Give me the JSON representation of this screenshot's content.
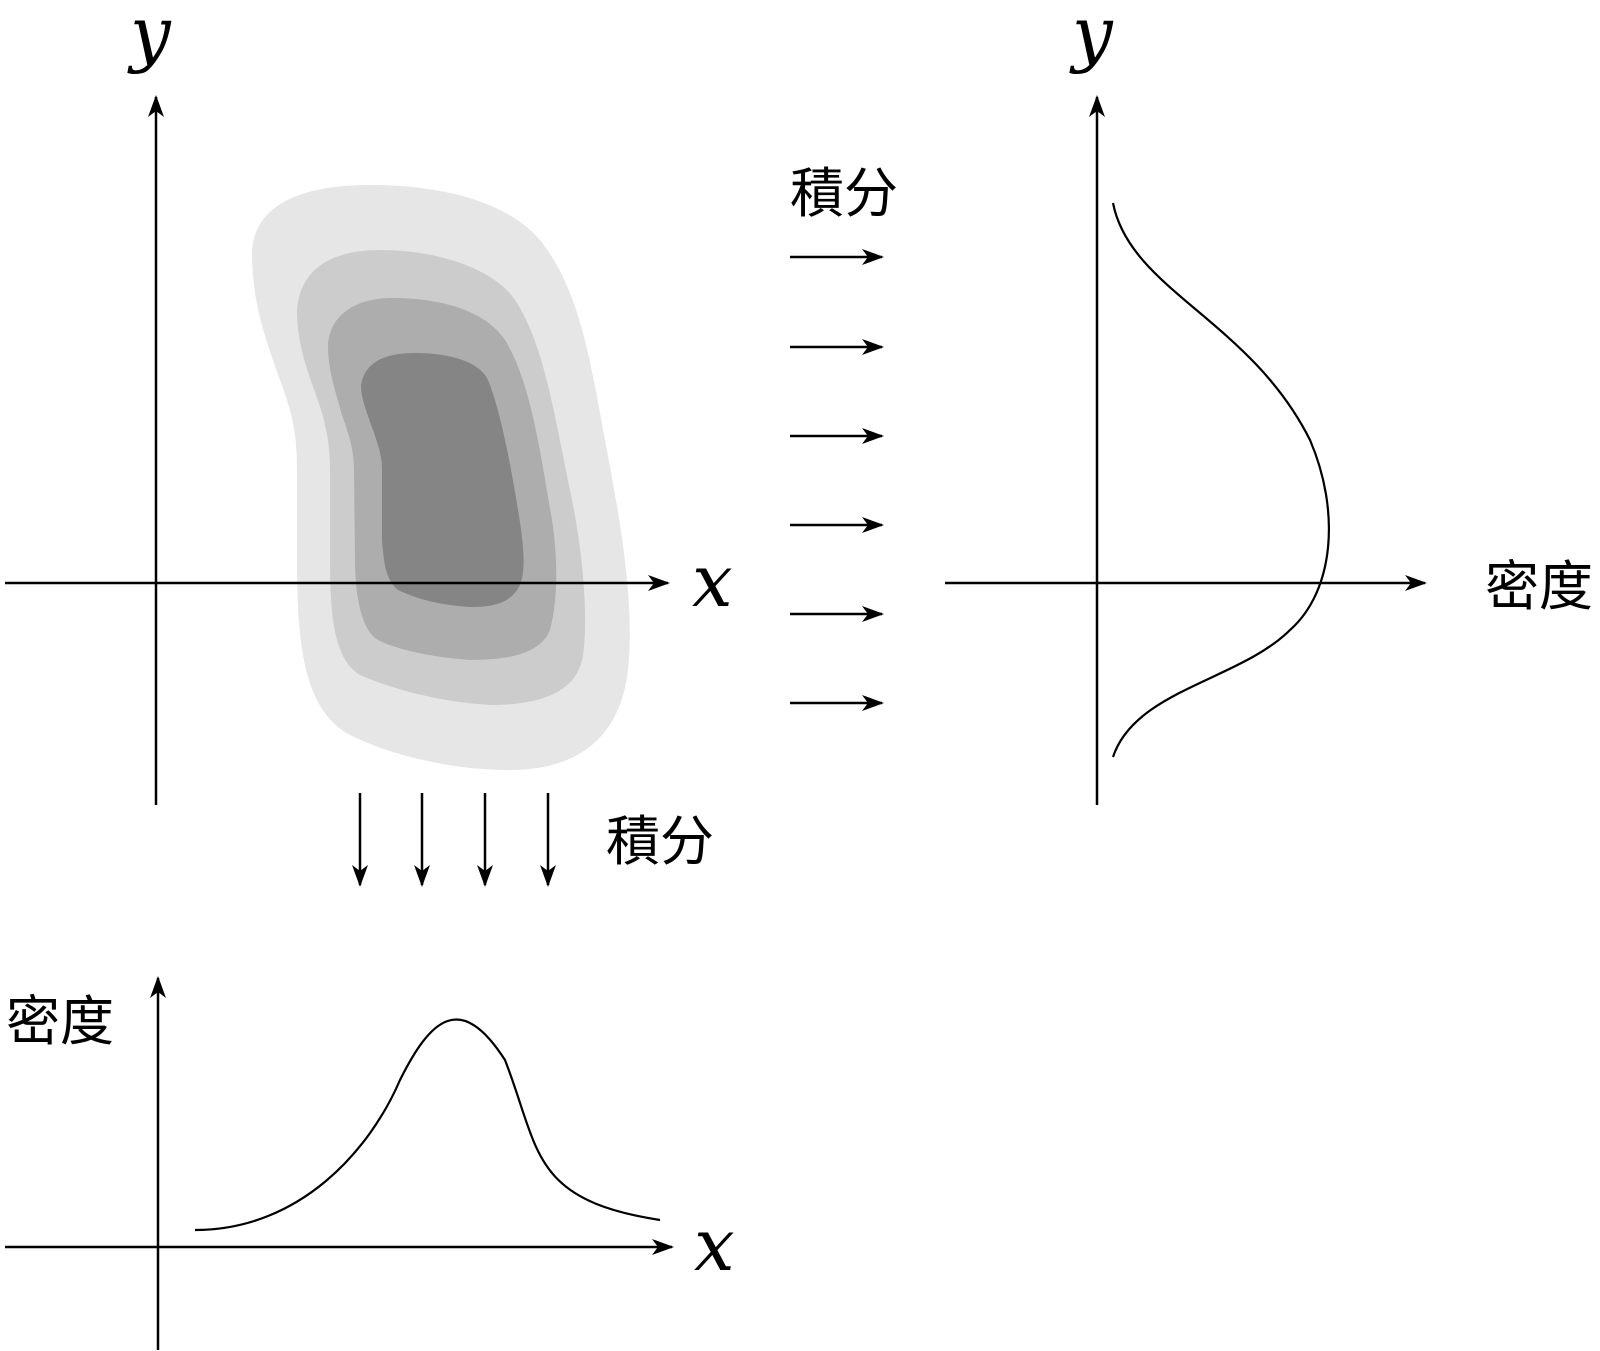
{
  "labels": {
    "main_x": "x",
    "main_y": "y",
    "right_y": "y",
    "right_x": "密度",
    "bottom_y": "密度",
    "bottom_x": "x",
    "integrate_right": "積分",
    "integrate_down": "積分"
  },
  "contour_colors": [
    "#e6e6e6",
    "#cccccc",
    "#adadad",
    "#858585"
  ]
}
